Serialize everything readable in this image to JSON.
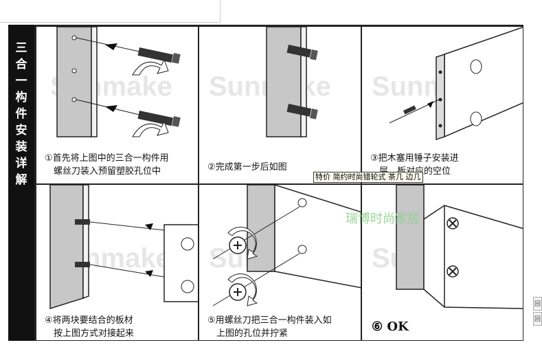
{
  "side_title": [
    "三",
    "合",
    "一",
    "构",
    "件",
    "安",
    "装",
    "详",
    "解"
  ],
  "watermark": "Sunmake",
  "steps": [
    {
      "lines": [
        "①首先将上图中的三合一构件用",
        "　螺丝刀装入预留塑胶孔位中"
      ]
    },
    {
      "lines": [
        "②完成第一步后如图"
      ]
    },
    {
      "lines": [
        "③把木塞用锤子安装进",
        "　层　板对应的空位"
      ]
    },
    {
      "lines": [
        "④将两块要结合的板材",
        "　按上图方式对接起来"
      ]
    },
    {
      "lines": [
        "⑤用螺丝刀把三合一构件装入如",
        "　上图的孔位并拧紧"
      ]
    },
    {
      "lines": [
        "⑥ OK"
      ]
    }
  ],
  "tooltip": "特价 简约时尚错轮式 茶几 边几",
  "green_watermark": "瑞博时尚家居",
  "right_buttons": [
    "回",
    "回"
  ]
}
